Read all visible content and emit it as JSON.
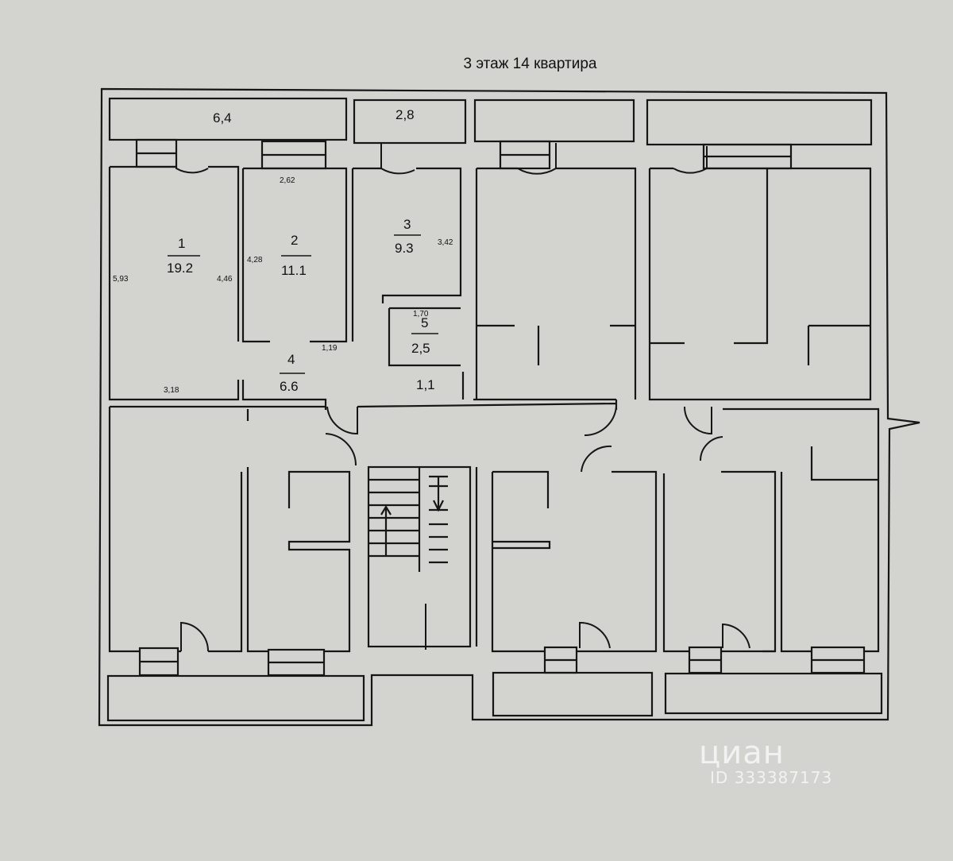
{
  "title": "3 этаж 14 квартира",
  "rooms": {
    "r1": {
      "num": "1",
      "area": "19.2"
    },
    "r2": {
      "num": "2",
      "area": "11.1"
    },
    "r3": {
      "num": "3",
      "area": "9.3"
    },
    "r4": {
      "num": "4",
      "area": "6.6"
    },
    "r5": {
      "num": "5",
      "area": "2,5"
    }
  },
  "extra_areas": {
    "balcony_left": "6,4",
    "balcony_mid": "2,8",
    "small_room": "1,1"
  },
  "dimensions": {
    "d593": "5,93",
    "d446": "4,46",
    "d428": "4,28",
    "d262": "2,62",
    "d342": "3,42",
    "d170": "1,70",
    "d119": "1,19",
    "d318": "3,18"
  },
  "watermark": {
    "brand": "циан",
    "id": "ID 333387173"
  },
  "colors": {
    "background": "#d3d3d0",
    "wall": "#161616",
    "plan_fill": "#dcdcd9"
  }
}
